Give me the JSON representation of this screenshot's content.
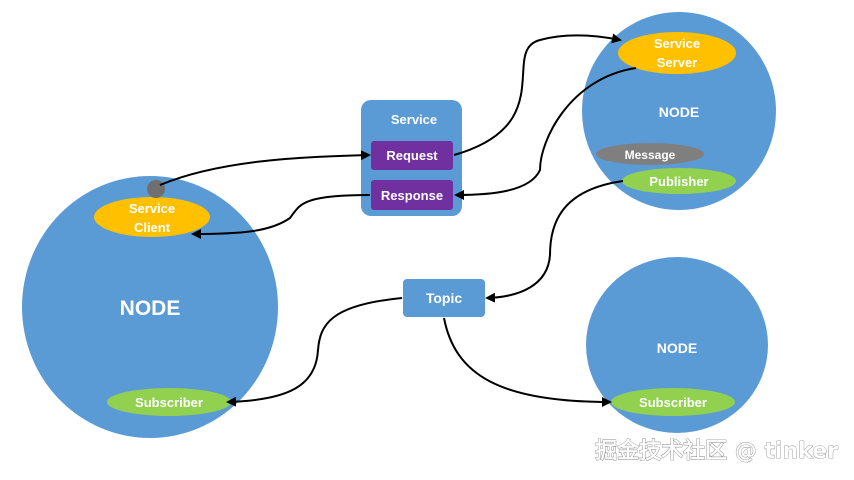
{
  "colors": {
    "node": "#5b9bd5",
    "service_box": "#5b9bd5",
    "service_pill": "#ffc000",
    "action_pill": "#7030a0",
    "green_pill": "#92d050",
    "message_pill": "#7f7f7f",
    "arrow": "#000000"
  },
  "nodes": {
    "left": "NODE",
    "top_right": "NODE",
    "bottom_right": "NODE"
  },
  "service": {
    "title": "Service",
    "request": "Request",
    "response": "Response"
  },
  "service_server": {
    "line1": "Service",
    "line2": "Server"
  },
  "service_client": {
    "line1": "Service",
    "line2": "Client"
  },
  "message": "Message",
  "publisher": "Publisher",
  "topic": "Topic",
  "subscriber_left": "Subscriber",
  "subscriber_right": "Subscriber",
  "watermark": "掘金技术社区 @ tinker"
}
